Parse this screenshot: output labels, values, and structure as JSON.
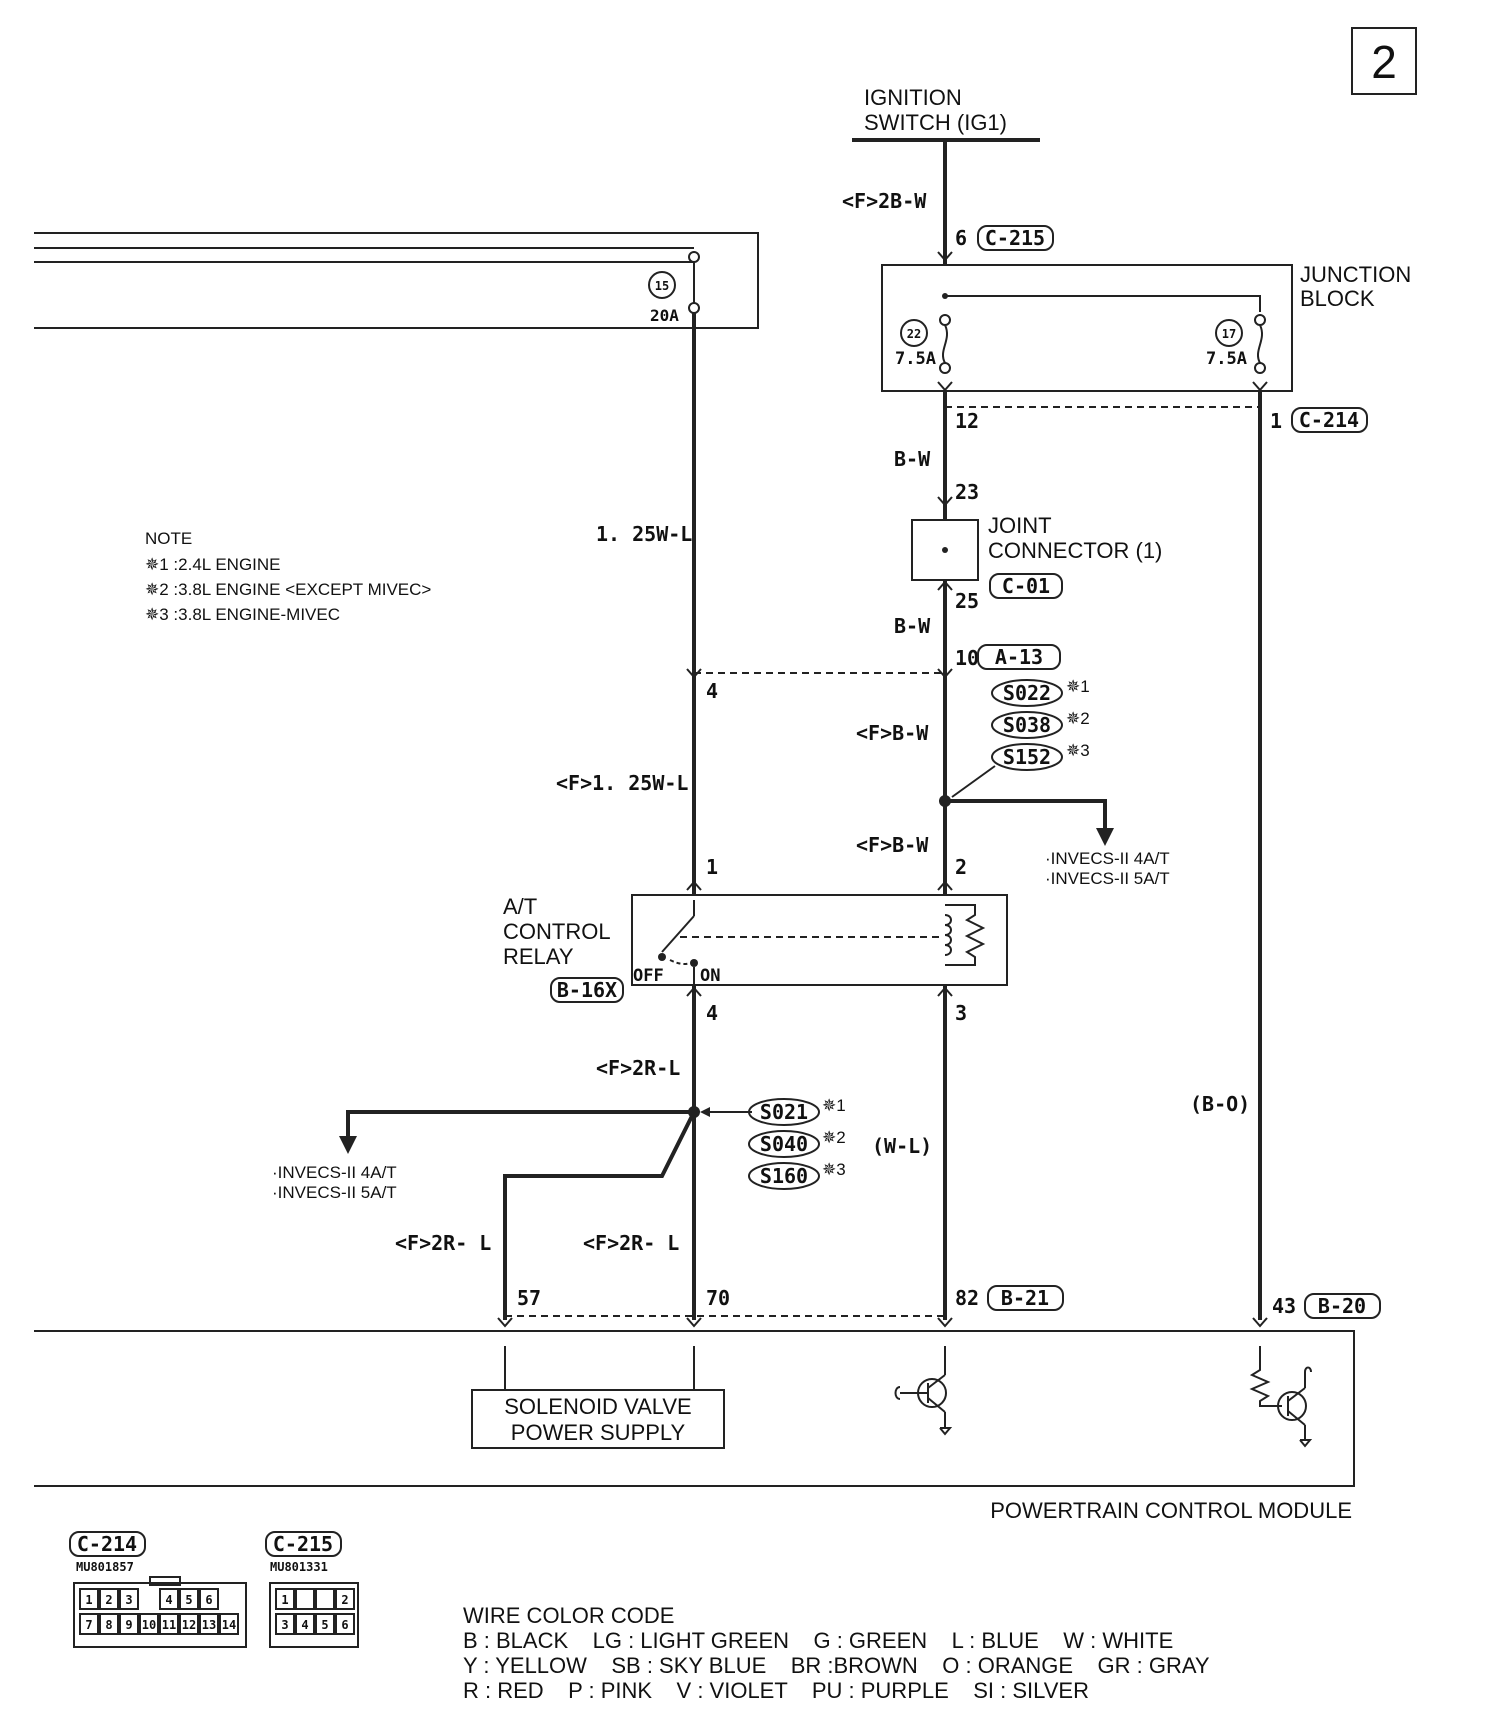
{
  "page_number": "2",
  "ignition": {
    "line1": "IGNITION",
    "line2": "SWITCH (IG1)"
  },
  "junction_block": {
    "line1": "JUNCTION",
    "line2": "BLOCK"
  },
  "fuses": {
    "f15": {
      "num": "15",
      "rating": "20A"
    },
    "f22": {
      "num": "22",
      "rating": "7.5A"
    },
    "f17": {
      "num": "17",
      "rating": "7.5A"
    }
  },
  "joint_connector": {
    "line1": "JOINT",
    "line2": "CONNECTOR (1)",
    "code": "C-01"
  },
  "relay": {
    "line1": "A/T",
    "line2": "CONTROL",
    "line3": "RELAY",
    "code": "B-16X",
    "off": "OFF",
    "on": "ON"
  },
  "pcm": {
    "label": "POWERTRAIN CONTROL MODULE",
    "solenoid1": "SOLENOID VALVE",
    "solenoid2": "POWER SUPPLY"
  },
  "note": {
    "title": "NOTE",
    "l1": "✵1 :2.4L ENGINE",
    "l2": "✵2 :3.8L ENGINE <EXCEPT MIVEC>",
    "l3": "✵3 :3.8L ENGINE-MIVEC"
  },
  "wires": {
    "w_2bw": "<F>2B-W",
    "w_125wl": "1. 25W-L",
    "w_bw1": "B-W",
    "w_bw2": "B-W",
    "w_fbw1": "<F>B-W",
    "w_f125wl": "<F>1. 25W-L",
    "w_fbw2": "<F>B-W",
    "w_f2rl1": "<F>2R-L",
    "w_f2rl2": "<F>2R- L",
    "w_f2rl3": "<F>2R- L",
    "w_wl": "(W-L)",
    "w_bo": "(B-O)"
  },
  "pins": {
    "p6": "6",
    "p12": "12",
    "p1": "1",
    "p23": "23",
    "p25": "25",
    "p10": "10",
    "p4a": "4",
    "p1b": "1",
    "p2": "2",
    "p4b": "4",
    "p3": "3",
    "p57": "57",
    "p70": "70",
    "p82": "82",
    "p43": "43"
  },
  "connectors": {
    "c215": "C-215",
    "c214": "C-214",
    "a13": "A-13",
    "b21": "B-21",
    "b20": "B-20"
  },
  "splices": {
    "s022": "S022",
    "s038": "S038",
    "s152": "S152",
    "s021": "S021",
    "s040": "S040",
    "s160": "S160",
    "m1": "✵1",
    "m2": "✵2",
    "m3": "✵3"
  },
  "invecs": {
    "a": "·INVECS-II 4A/T",
    "b": "·INVECS-II 5A/T"
  },
  "connector_views": {
    "c214": {
      "code": "C-214",
      "part": "MU801857",
      "row1": [
        "1",
        "2",
        "3",
        "",
        "4",
        "5",
        "6"
      ],
      "row2": [
        "7",
        "8",
        "9",
        "10",
        "11",
        "12",
        "13",
        "14"
      ]
    },
    "c215": {
      "code": "C-215",
      "part": "MU801331",
      "row1": [
        "1",
        "",
        "",
        "2"
      ],
      "row2": [
        "3",
        "4",
        "5",
        "6"
      ]
    }
  },
  "color_code": {
    "title": "WIRE COLOR CODE",
    "r1": "B : BLACK    LG : LIGHT GREEN    G : GREEN    L : BLUE    W : WHITE",
    "r2": "Y : YELLOW    SB : SKY BLUE    BR :BROWN    O : ORANGE    GR : GRAY",
    "r3": "R : RED    P : PINK    V : VIOLET    PU : PURPLE    SI : SILVER"
  }
}
